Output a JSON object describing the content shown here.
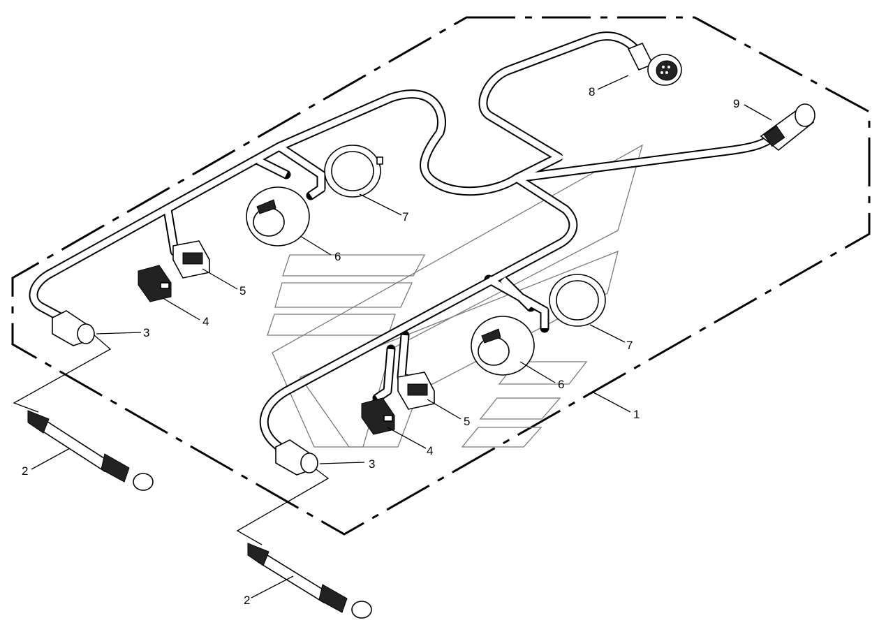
{
  "diagram": {
    "callouts": [
      {
        "id": "c1",
        "text": "1"
      },
      {
        "id": "c2a",
        "text": "2"
      },
      {
        "id": "c2b",
        "text": "2"
      },
      {
        "id": "c3a",
        "text": "3"
      },
      {
        "id": "c3b",
        "text": "3"
      },
      {
        "id": "c4a",
        "text": "4"
      },
      {
        "id": "c4b",
        "text": "4"
      },
      {
        "id": "c5a",
        "text": "5"
      },
      {
        "id": "c5b",
        "text": "5"
      },
      {
        "id": "c6a",
        "text": "6"
      },
      {
        "id": "c6b",
        "text": "6"
      },
      {
        "id": "c7a",
        "text": "7"
      },
      {
        "id": "c7b",
        "text": "7"
      },
      {
        "id": "c8",
        "text": "8"
      },
      {
        "id": "c9",
        "text": "9"
      }
    ],
    "colors": {
      "line": "#000000",
      "watermark": "#7a7a7a",
      "background": "#ffffff"
    },
    "components": [
      "wiring-harness",
      "extension-cable",
      "inline-connector",
      "plug-connector",
      "socket-connector",
      "lamp-socket-housing",
      "socket-cover",
      "round-multipin-plug",
      "cable-coupler"
    ]
  }
}
